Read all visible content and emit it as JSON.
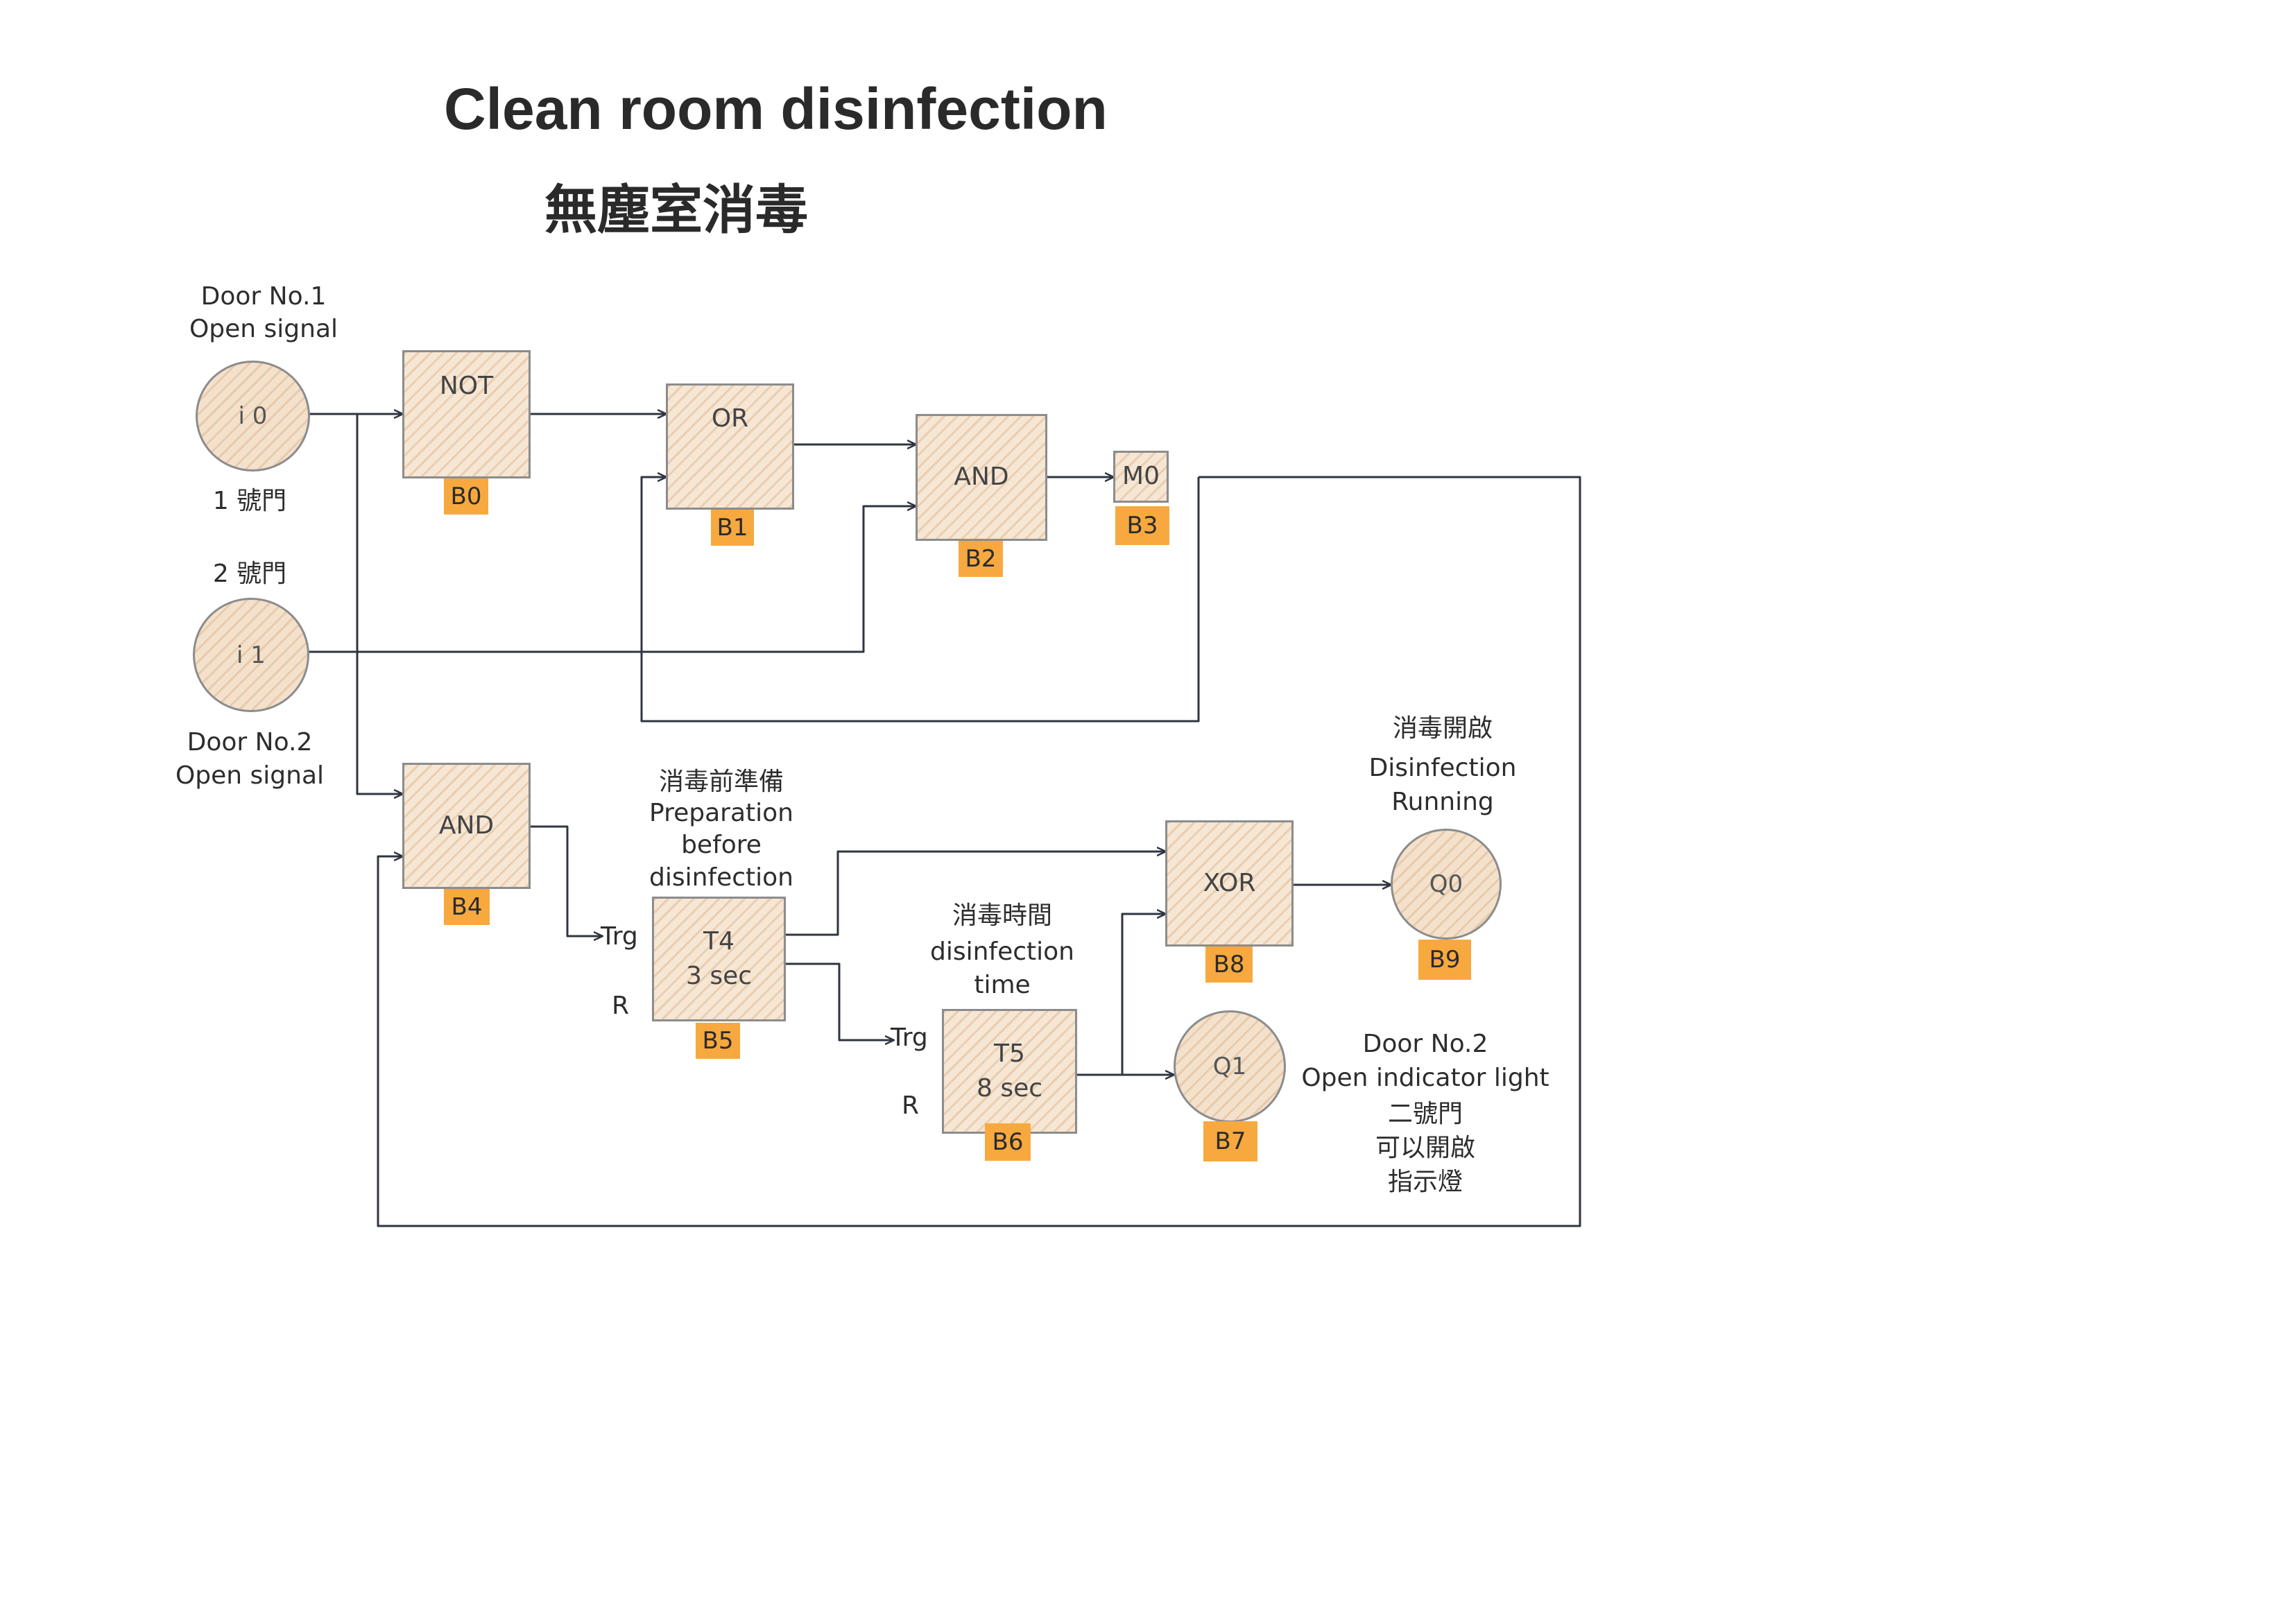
{
  "title": "Clean room disinfection",
  "subtitle": "無塵室消毒",
  "inputs": {
    "i0": {
      "label": "i 0",
      "desc_line1": "Door No.1",
      "desc_line2": "Open signal",
      "cn": "1 號門"
    },
    "i1": {
      "label": "i 1",
      "desc_line1": "Door No.2",
      "desc_line2": "Open signal",
      "cn": "2 號門"
    }
  },
  "blocks": {
    "b0": {
      "label": "NOT",
      "tag": "B0"
    },
    "b1": {
      "label": "OR",
      "tag": "B1"
    },
    "b2": {
      "label": "AND",
      "tag": "B2"
    },
    "b3": {
      "label": "M0",
      "tag": "B3"
    },
    "b4": {
      "label": "AND",
      "tag": "B4"
    },
    "b5": {
      "line1": "T4",
      "line2": "3 sec",
      "tag": "B5",
      "trg": "Trg",
      "r": "R"
    },
    "b6": {
      "line1": "T5",
      "line2": "8 sec",
      "tag": "B6",
      "trg": "Trg",
      "r": "R"
    },
    "b8": {
      "label": "XOR",
      "tag": "B8"
    }
  },
  "outputs": {
    "q0": {
      "label": "Q0",
      "tag": "B9"
    },
    "q1": {
      "label": "Q1",
      "tag": "B7"
    }
  },
  "notes": {
    "prep_cn": "消毒前準備",
    "prep_l1": "Preparation",
    "prep_l2": "before",
    "prep_l3": "disinfection",
    "time_cn": "消毒時間",
    "time_l1": "disinfection",
    "time_l2": "time",
    "run_cn": "消毒開啟",
    "run_l1": "Disinfection",
    "run_l2": "Running",
    "light_l1": "Door No.2",
    "light_l2": "Open indicator light",
    "light_cn1": "二號門",
    "light_cn2": "可以開啟",
    "light_cn3": "指示燈"
  },
  "colors": {
    "wire": "#2f3540",
    "block_fill": "#f6e6d4",
    "tag": "#f7a93f"
  }
}
